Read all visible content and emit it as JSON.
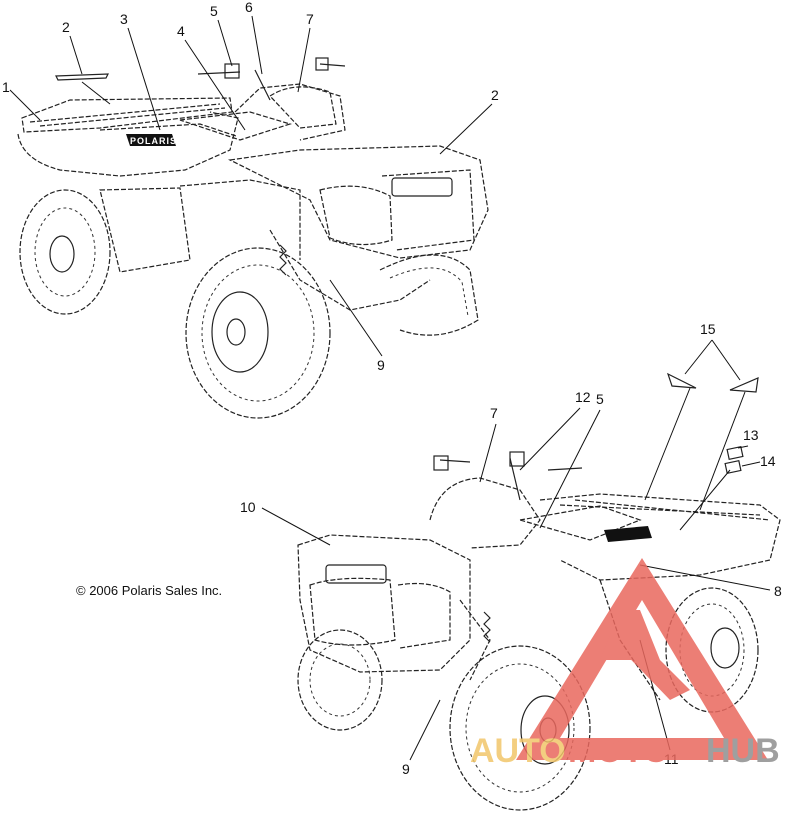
{
  "copyright": "© 2006 Polaris Sales Inc.",
  "brand_decal": "POLARIS",
  "watermark": {
    "auto": "AUTO",
    "moto": "MOTO",
    "hub": "HUB",
    "color_auto": "#f2c66a",
    "color_moto": "#e9685e",
    "color_hub": "#8f8f8f",
    "color_triangle": "#e9685e"
  },
  "callouts": {
    "top": {
      "c1": "1",
      "c2a": "2",
      "c3": "3",
      "c4": "4",
      "c5": "5",
      "c6": "6",
      "c7": "7",
      "c2b": "2",
      "c9": "9"
    },
    "bottom": {
      "c15": "15",
      "c13": "13",
      "c14": "14",
      "c12": "12",
      "c5": "5",
      "c7": "7",
      "c10": "10",
      "c8": "8",
      "c9": "9",
      "c11": "11"
    }
  }
}
